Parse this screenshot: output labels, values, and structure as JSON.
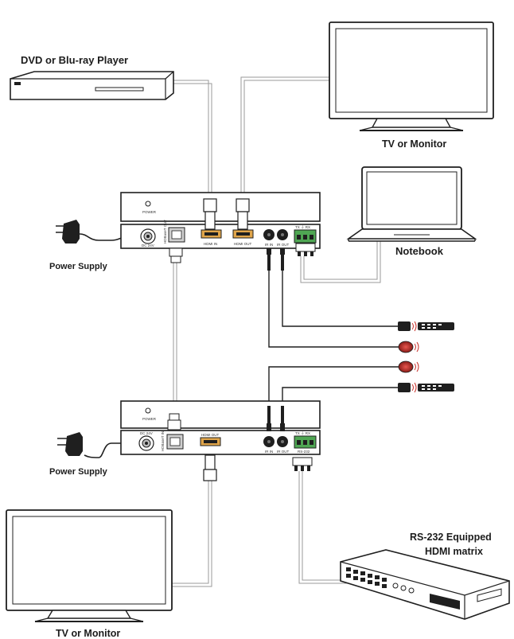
{
  "labels": {
    "dvd_player": "DVD or Blu-ray Player",
    "tv_top": "TV or Monitor",
    "notebook": "Notebook",
    "power_supply_top": "Power Supply",
    "power_supply_bottom": "Power Supply",
    "matrix_line1": "RS-232 Equipped",
    "matrix_line2": "HDMI matrix",
    "tv_bottom": "TV or Monitor"
  },
  "transmitter": {
    "power": "POWER",
    "dc": "DC 24V",
    "hdbaset": "HDBaseT OUT",
    "hdmi_in": "HDMI IN",
    "hdmi_out": "HDMI OUT",
    "ir_in": "IR IN",
    "ir_out": "IR OUT",
    "rs232_pins": "TX ⏚ RX"
  },
  "receiver": {
    "power": "POWER",
    "dc": "DC 24V",
    "hdbaset": "HDBaseT IN",
    "hdmi_out": "HDMI OUT",
    "ir_in": "IR IN",
    "ir_out": "IR OUT",
    "rs232_pins": "TX ⏚ RX",
    "rs232": "RS-232"
  },
  "colors": {
    "line": "#1f1f1f",
    "cable": "#aaaaaa",
    "ir_red": "#c8322d"
  }
}
